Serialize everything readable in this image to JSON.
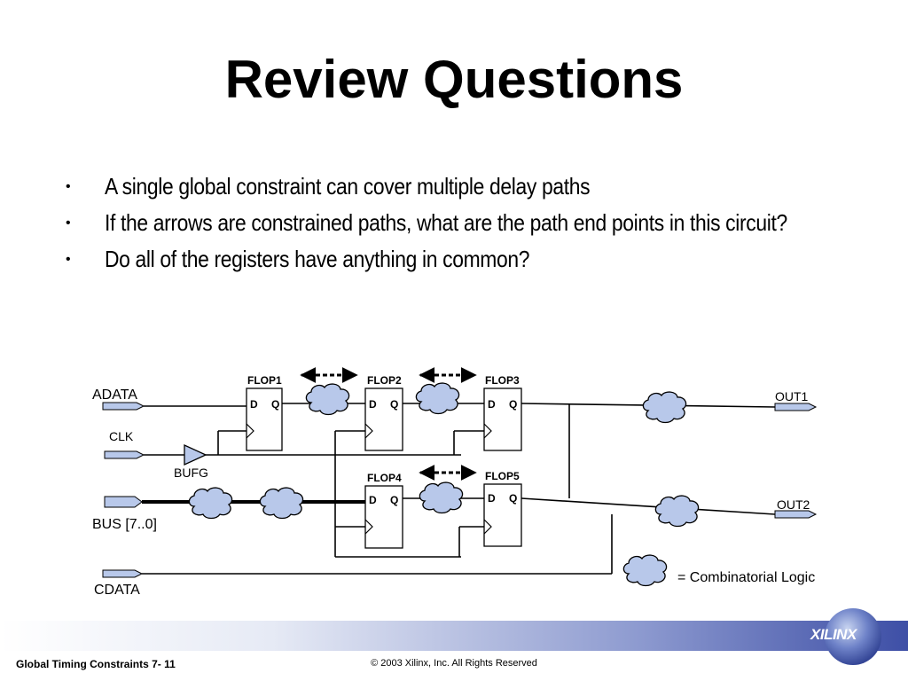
{
  "slide": {
    "title": "Review Questions",
    "bullets": [
      "A single global constraint can cover multiple delay paths",
      "If the arrows are constrained paths, what are the path end points in this circuit?",
      "Do all of the registers have anything in common?"
    ],
    "bullet_char": "•"
  },
  "circuit": {
    "inputs": {
      "adata": "ADATA",
      "clk": "CLK",
      "bus": "BUS [7..0]",
      "cdata": "CDATA"
    },
    "bufg": "BUFG",
    "outputs": {
      "out1": "OUT1",
      "out2": "OUT2"
    },
    "flops": [
      "FLOP1",
      "FLOP2",
      "FLOP3",
      "FLOP4",
      "FLOP5"
    ],
    "pin_d": "D",
    "pin_q": "Q",
    "legend": "= Combinatorial Logic"
  },
  "footer": {
    "left": "Global Timing Constraints  7- 11",
    "center": "© 2003 Xilinx, Inc. All Rights Reserved",
    "logo": "XILINX"
  }
}
